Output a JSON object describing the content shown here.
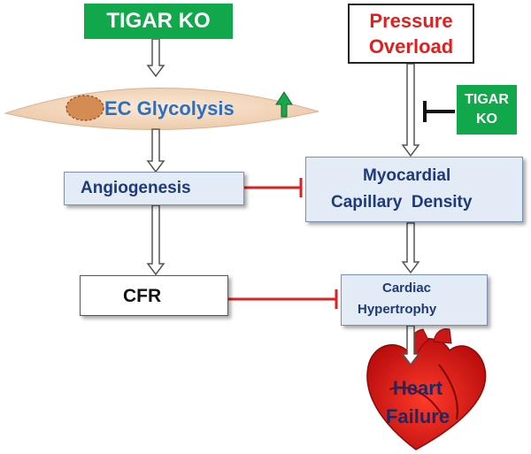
{
  "nodes": {
    "tigar_ko_top": "TIGAR KO",
    "pressure_overload_line1": "Pressure",
    "pressure_overload_line2": "Overload",
    "tigar_ko_side_line1": "TIGAR",
    "tigar_ko_side_line2": "KO",
    "ec_glycolysis": "EC Glycolysis",
    "angiogenesis": "Angiogenesis",
    "myocardial_line1": "Myocardial",
    "myocardial_line2": "Capillary  Density",
    "cfr": "CFR",
    "cardiac_line1": "Cardiac",
    "cardiac_line2": "Hypertrophy",
    "heart_line1": "Heart",
    "heart_line2": "Failure"
  },
  "colors": {
    "green": "#10a84a",
    "red": "#e02020",
    "navy": "#1f3a78",
    "blue_text": "#2a6fc0",
    "cell": "#f6dcc5",
    "up_arrow": "#1aa64b",
    "down_arrow": "#e02020"
  },
  "icons": {
    "increase": "green-up-arrow",
    "decrease": "red-down-arrow",
    "inhibit": "t-bar-inhibition"
  }
}
